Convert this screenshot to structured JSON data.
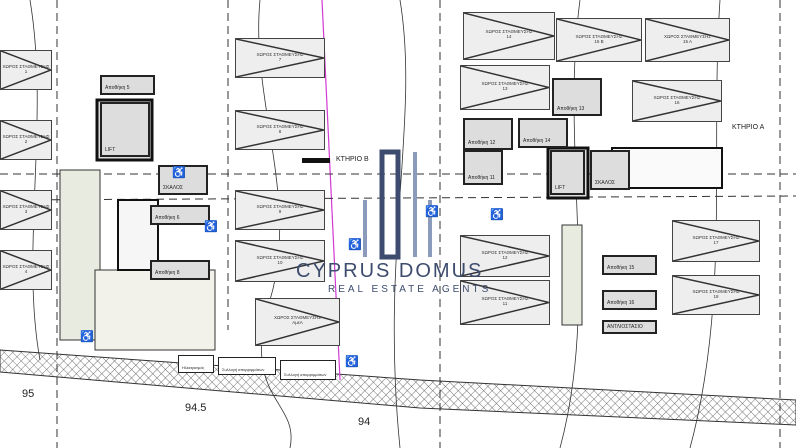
{
  "buildings": {
    "b_label": "ΚΤΗΡΙΟ Β",
    "a_label": "ΚΤΗΡΙΟ Α"
  },
  "watermark": {
    "brand": "CYPRUS DOMUS",
    "tagline": "REAL ESTATE AGENTS"
  },
  "parking_label": "ΧΩΡΟΣ ΣΤΑΘΜΕΥΣΗΣ",
  "parking_spots": [
    {
      "number": "7"
    },
    {
      "number": "8"
    },
    {
      "number": "9"
    },
    {
      "number": "10"
    },
    {
      "number": "ΑμεΑ"
    },
    {
      "number": "14"
    },
    {
      "number": "15 Β"
    },
    {
      "number": "15 Α"
    },
    {
      "number": "13"
    },
    {
      "number": "16"
    },
    {
      "number": "12"
    },
    {
      "number": "11"
    },
    {
      "number": "17"
    },
    {
      "number": "18"
    },
    {
      "number": "1"
    },
    {
      "number": "2"
    },
    {
      "number": "3"
    },
    {
      "number": "4"
    }
  ],
  "rooms": [
    {
      "label": "Αποθήκη 12"
    },
    {
      "label": "Αποθήκη 13"
    },
    {
      "label": "Αποθήκη 14"
    },
    {
      "label": "Αποθήκη 11"
    },
    {
      "label": "Αποθήκη 15"
    },
    {
      "label": "Αποθήκη 16"
    },
    {
      "label": "Αποθήκη 5"
    },
    {
      "label": "Αποθήκη 6"
    },
    {
      "label": "Αποθήκη 8"
    },
    {
      "label": "LIFT"
    },
    {
      "label": "LIFT"
    },
    {
      "label": "ΣΚΑΛΟΣ"
    },
    {
      "label": "ΣΚΑΛΟΣ"
    },
    {
      "label": "ΑΝΤΛΙΟΣΤΑΣΙΟ"
    }
  ],
  "bottom_rooms": [
    {
      "label": "Ηλεκτρισμός"
    },
    {
      "label": "Συλλογή απορριμμάτων"
    },
    {
      "label": "Συλλογή απορριμμάτων"
    }
  ],
  "contours": [
    "95",
    "94.5",
    "94"
  ],
  "colors": {
    "watermark": "#3d4c6e",
    "watermark_light": "#8a9bbb",
    "boundary": "#d23ad2",
    "hatch": "#555555"
  }
}
